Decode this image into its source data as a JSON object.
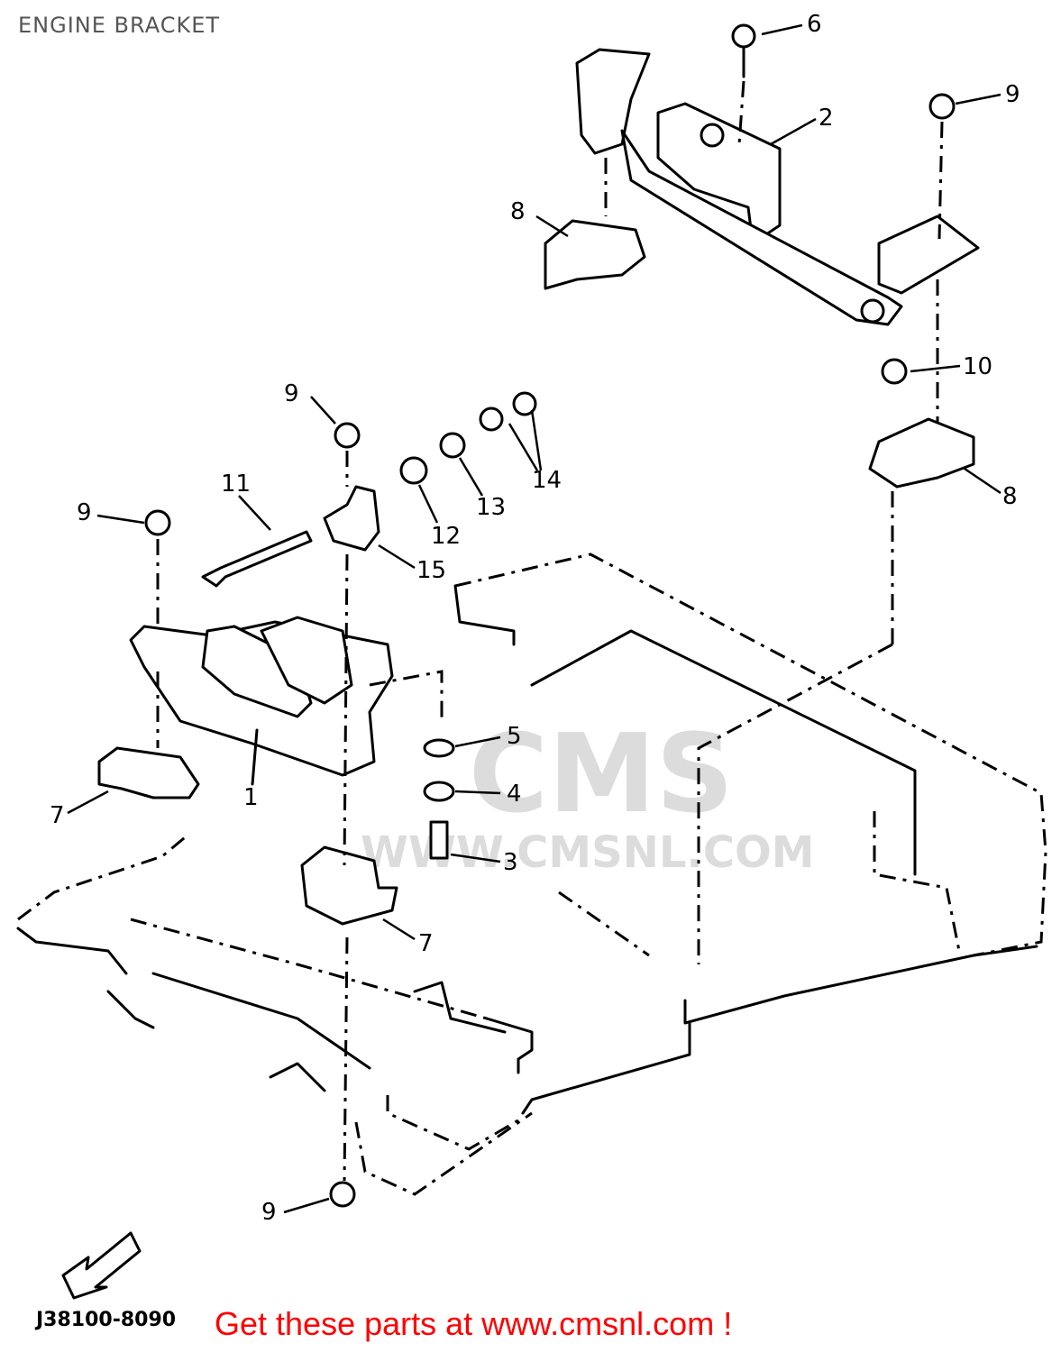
{
  "title": "ENGINE BRACKET",
  "part_code": "J38100-8090",
  "footer": "Get these parts at www.cmsnl.com !",
  "watermark": {
    "logo_text": "CMS",
    "url_text": "WWW.CMSNL.COM"
  },
  "callouts": [
    {
      "id": "c6",
      "label": "6"
    },
    {
      "id": "c9a",
      "label": "9"
    },
    {
      "id": "c2",
      "label": "2"
    },
    {
      "id": "c8a",
      "label": "8"
    },
    {
      "id": "c10",
      "label": "10"
    },
    {
      "id": "c9b",
      "label": "9"
    },
    {
      "id": "c14",
      "label": "14"
    },
    {
      "id": "c13",
      "label": "13"
    },
    {
      "id": "c12",
      "label": "12"
    },
    {
      "id": "c11",
      "label": "11"
    },
    {
      "id": "c9c",
      "label": "9"
    },
    {
      "id": "c15",
      "label": "15"
    },
    {
      "id": "c8b",
      "label": "8"
    },
    {
      "id": "c5",
      "label": "5"
    },
    {
      "id": "c4",
      "label": "4"
    },
    {
      "id": "c3",
      "label": "3"
    },
    {
      "id": "c7a",
      "label": "7"
    },
    {
      "id": "c1",
      "label": "1"
    },
    {
      "id": "c7b",
      "label": "7"
    },
    {
      "id": "c9d",
      "label": "9"
    }
  ],
  "colors": {
    "line": "#000000",
    "footer": "#ff0000",
    "title": "#555555",
    "watermark": "#dcdcdc"
  }
}
